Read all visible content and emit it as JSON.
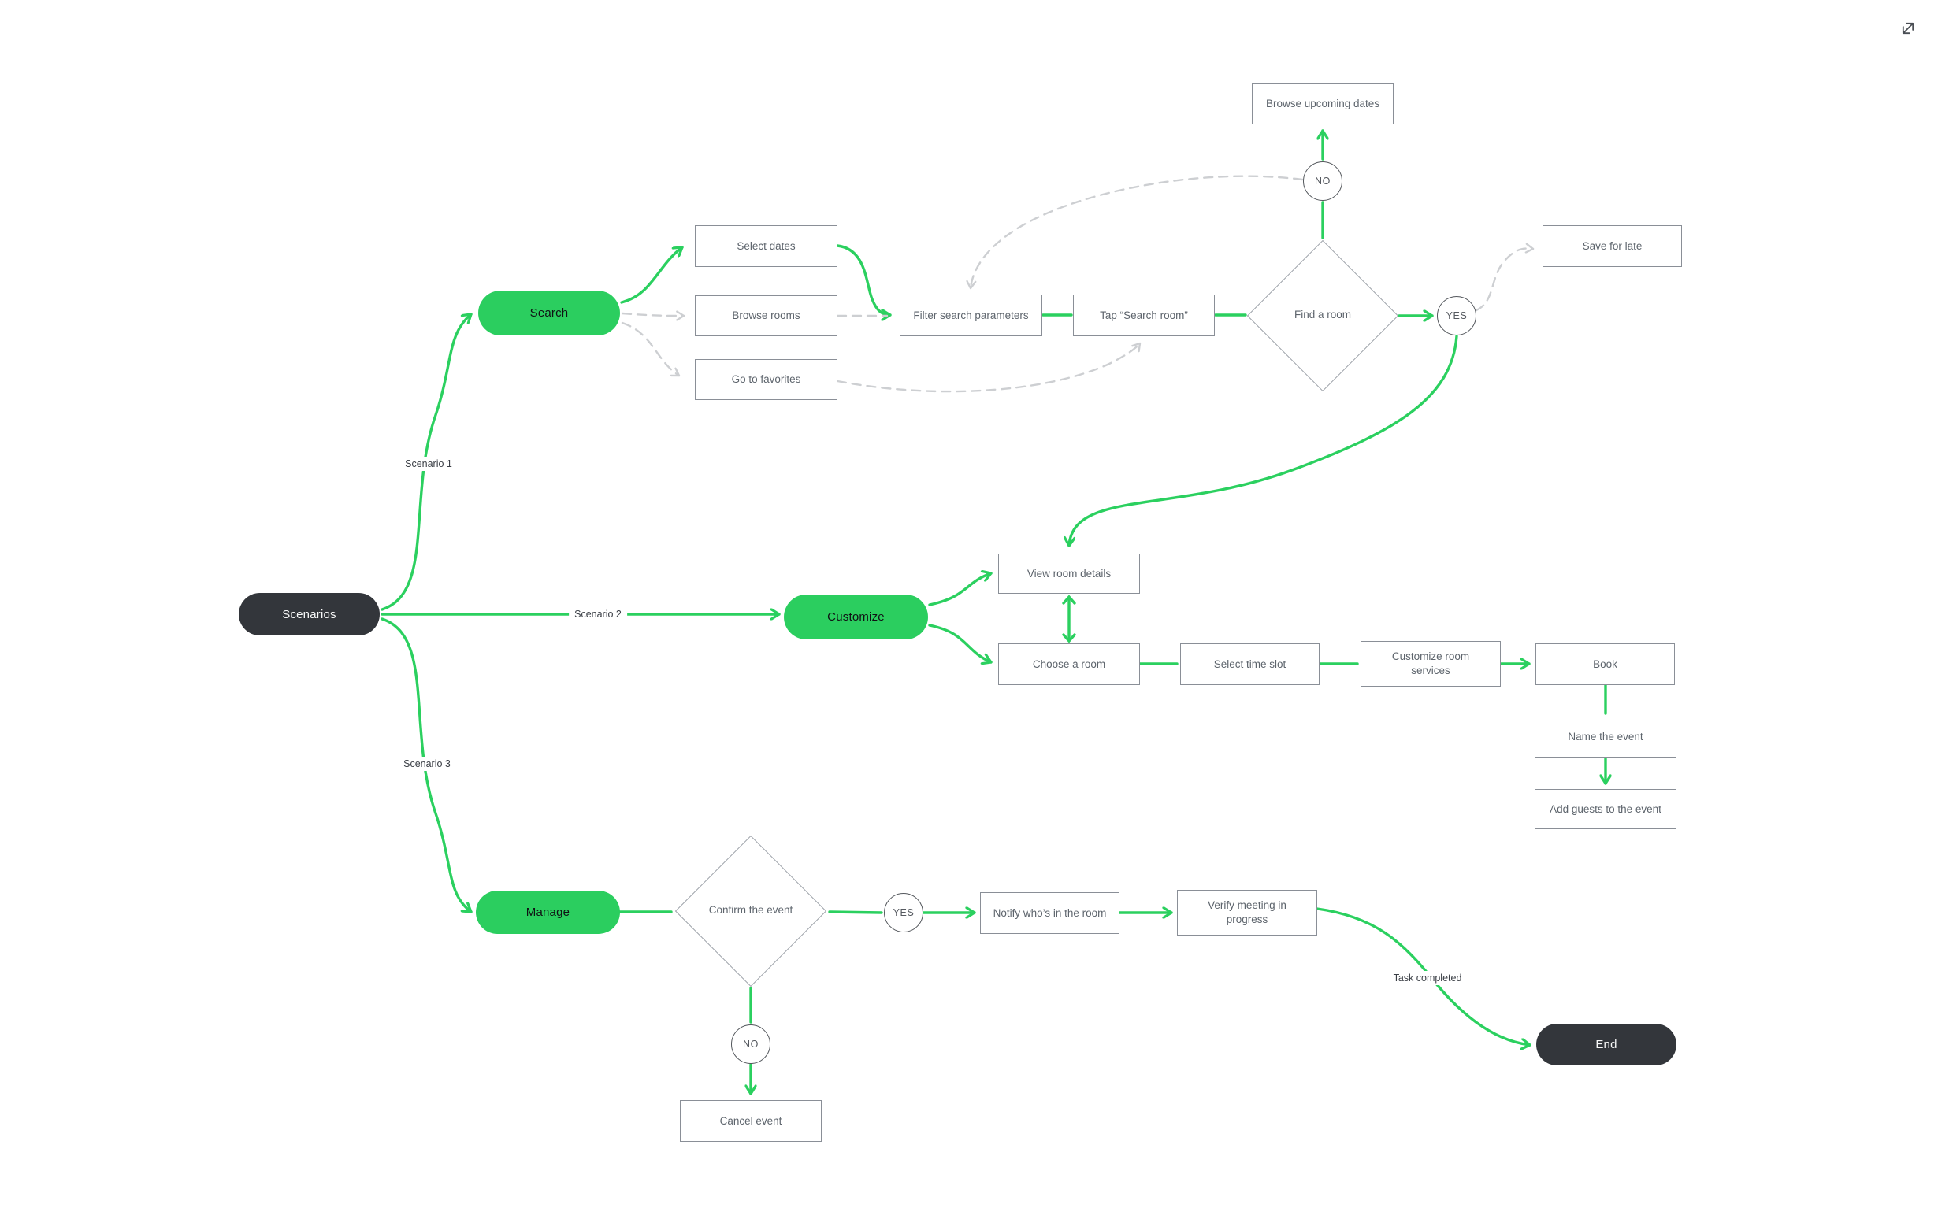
{
  "canvas": {
    "background": "#FFFFFF"
  },
  "colors": {
    "accent_green": "#2BCE5F",
    "dark_pill": "#33363B",
    "box_border": "#8A8F97",
    "box_text": "#5D646C",
    "dashed_line": "#CDCFD2"
  },
  "toolbar": {
    "expand_icon": "expand-diagonal-arrows"
  },
  "nodes": {
    "scenarios": {
      "label": "Scenarios"
    },
    "search": {
      "label": "Search"
    },
    "select_dates": {
      "label": "Select dates"
    },
    "browse_rooms": {
      "label": "Browse rooms"
    },
    "go_to_favorites": {
      "label": "Go to favorites"
    },
    "filter_search_parameters": {
      "label": "Filter search parameters"
    },
    "tap_search_room": {
      "label": "Tap “Search room”"
    },
    "find_a_room": {
      "label": "Find a room"
    },
    "yes_search": {
      "label": "YES"
    },
    "no_search": {
      "label": "NO"
    },
    "browse_upcoming_dates": {
      "label": "Browse upcoming dates"
    },
    "save_for_late": {
      "label": "Save for late"
    },
    "customize": {
      "label": "Customize"
    },
    "view_room_details": {
      "label": "View room details"
    },
    "choose_a_room": {
      "label": "Choose a room"
    },
    "select_time_slot": {
      "label": "Select time slot"
    },
    "customize_room_services": {
      "label": "Customize room services"
    },
    "book": {
      "label": "Book"
    },
    "name_the_event": {
      "label": "Name the event"
    },
    "add_guests_to_the_event": {
      "label": "Add guests to the event"
    },
    "manage": {
      "label": "Manage"
    },
    "confirm_the_event": {
      "label": "Confirm the event"
    },
    "yes_manage": {
      "label": "YES"
    },
    "no_manage": {
      "label": "NO"
    },
    "notify_whos_in_the_room": {
      "label": "Notify who’s in the room"
    },
    "verify_meeting_in_progress": {
      "label": "Verify meeting in progress"
    },
    "cancel_event": {
      "label": "Cancel event"
    },
    "end": {
      "label": "End"
    }
  },
  "edge_labels": {
    "scenario_1": "Scenario 1",
    "scenario_2": "Scenario 2",
    "scenario_3": "Scenario 3",
    "task_completed": "Task completed"
  }
}
